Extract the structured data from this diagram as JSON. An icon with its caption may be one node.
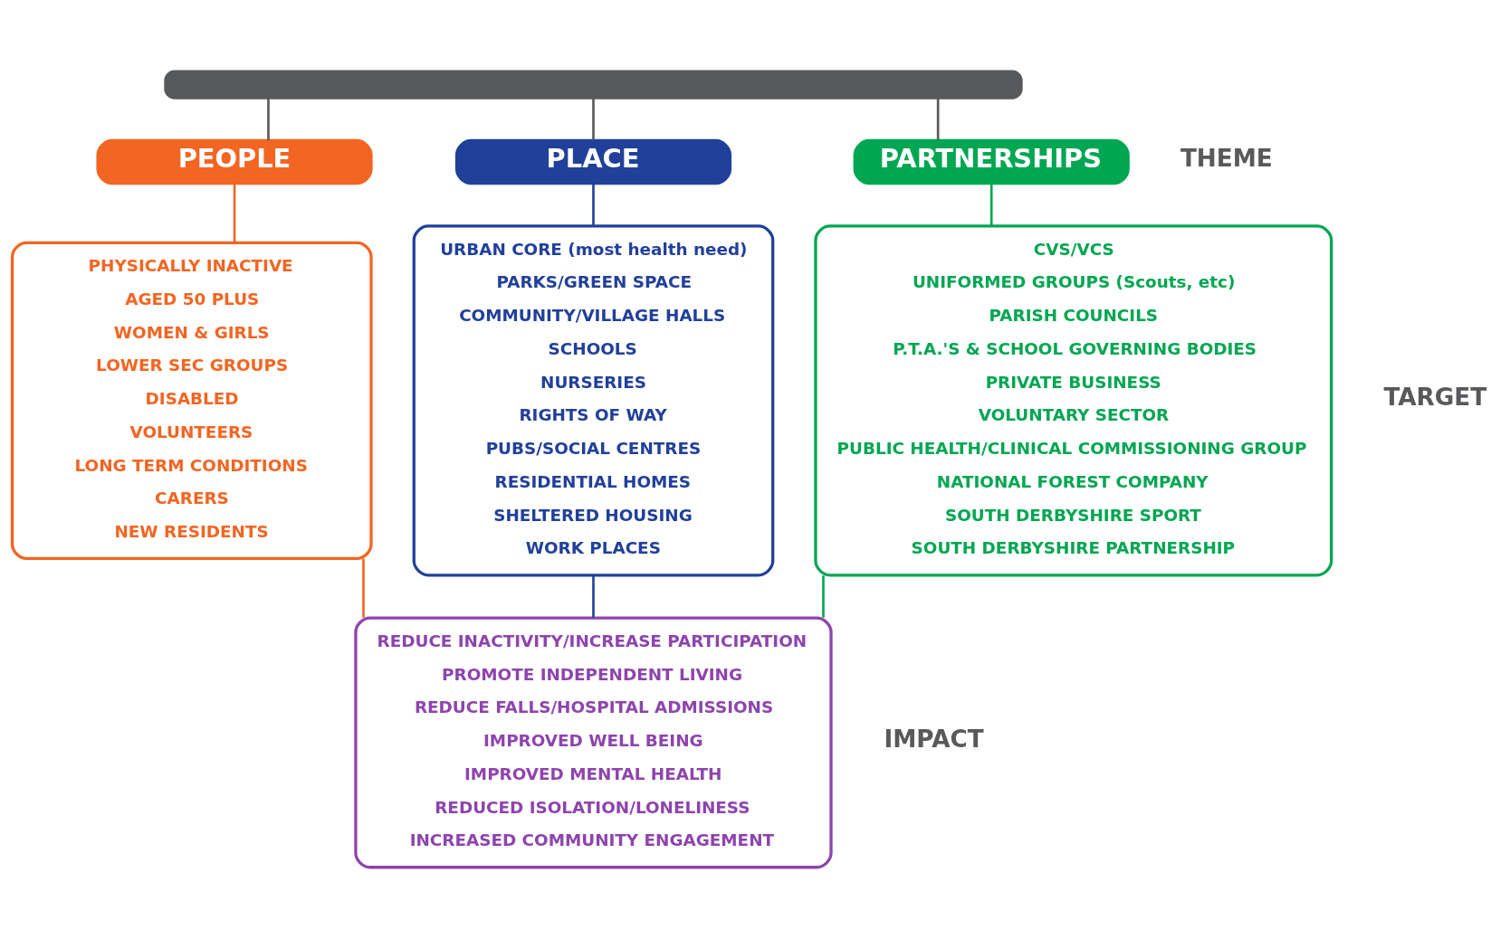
{
  "diagram": {
    "nodes": [
      {
        "text": [],
        "shape": "box"
      },
      {
        "text": [
          "PEOPLE"
        ]
      },
      {
        "text": [
          "PLACE"
        ]
      },
      {
        "text": [
          "PARTNERSHIPS"
        ]
      },
      {
        "text": [
          "PHYSICALLY INACTIVE",
          "AGED 50 PLUS",
          "WOMEN & GIRLS",
          "LOWER SEC GROUPS",
          "DISABLED",
          "VOLUNTEERS",
          "LONG TERM CONDITIONS",
          "CARERS",
          "NEW RESIDENTS"
        ]
      },
      {
        "text": [
          "URBAN CORE (most health need)",
          "PARKS/GREEN SPACE",
          "COMMUNITY/VILLAGE HALLS",
          "SCHOOLS",
          "NURSERIES",
          "RIGHTS OF WAY",
          "PUBS/SOCIAL CENTRES",
          "RESIDENTIAL HOMES",
          "SHELTERED HOUSING",
          "WORK PLACES"
        ]
      },
      {
        "text": [
          "CVS/VCS",
          "UNIFORMED GROUPS (Scouts, etc)",
          "PARISH COUNCILS",
          "P.T.A.'S & SCHOOL GOVERNING BODIES",
          "PRIVATE BUSINESS",
          "VOLUNTARY SECTOR",
          "PUBLIC HEALTH/CLINICAL COMMISSIONING GROUP",
          "NATIONAL FOREST COMPANY",
          "SOUTH DERBYSHIRE SPORT",
          "SOUTH DERBYSHIRE PARTNERSHIP"
        ]
      },
      {
        "text": [
          "REDUCE INACTIVITY/INCREASE PARTICIPATION",
          "PROMOTE INDEPENDENT LIVING",
          "REDUCE FALLS/HOSPITAL ADMISSIONS",
          "IMPROVED WELL BEING",
          "IMPROVED MENTAL HEALTH",
          "REDUCED ISOLATION/LONELINESS",
          "INCREASED COMMUNITY ENGAGEMENT"
        ]
      }
    ],
    "edges": [
      {
        "from": 0,
        "to": 1,
        "arrow": "none"
      },
      {
        "from": 0,
        "to": 2,
        "arrow": "none"
      },
      {
        "from": 0,
        "to": 3,
        "arrow": "none"
      },
      {
        "from": 1,
        "to": 4,
        "arrow": "none",
        "color": "#f26522"
      },
      {
        "from": 2,
        "to": 5,
        "arrow": "none",
        "color": "#21409a"
      },
      {
        "from": 3,
        "to": 6,
        "arrow": "none",
        "color": "#00a651"
      },
      {
        "from": 4,
        "to": 7,
        "arrow": "none",
        "color": "#f26522"
      },
      {
        "from": 5,
        "to": 7,
        "arrow": "none",
        "color": "#21409a"
      },
      {
        "from": 6,
        "to": 7,
        "arrow": "none",
        "color": "#00a651"
      }
    ],
    "labels": [
      "THEME",
      "TARGET",
      "IMPACT"
    ]
  }
}
